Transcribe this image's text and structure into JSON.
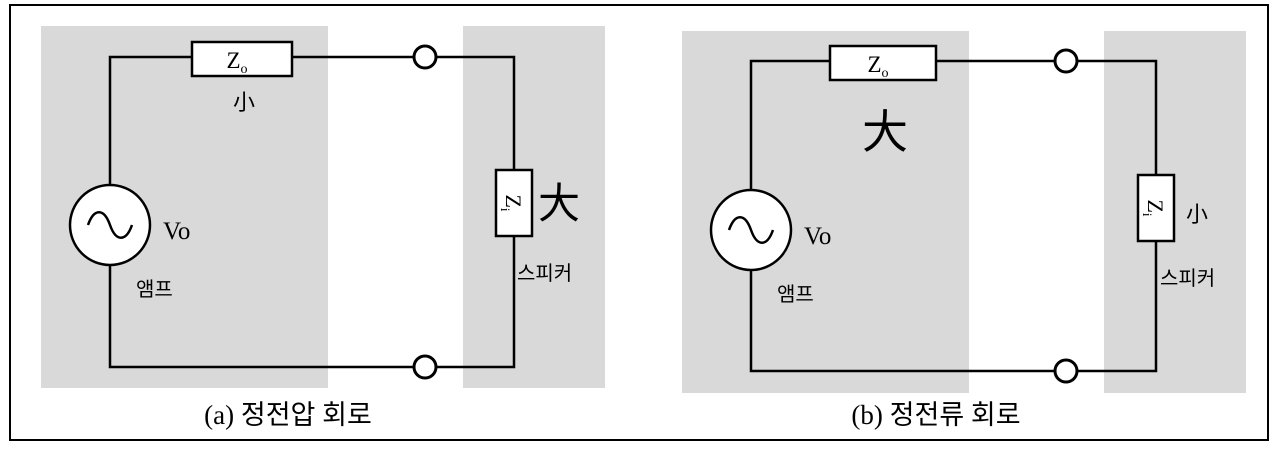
{
  "panels": [
    {
      "caption": "(a) 정전압 회로",
      "output_impedance_label": "Z",
      "output_impedance_sub": "o",
      "output_impedance_size": "小",
      "source_label": "Vo",
      "amp_label": "앰프",
      "input_impedance_label": "Z",
      "input_impedance_sub": "i",
      "input_impedance_size": "大",
      "speaker_label": "스피커"
    },
    {
      "caption": "(b) 정전류 회로",
      "output_impedance_label": "Z",
      "output_impedance_sub": "o",
      "output_impedance_size": "大",
      "source_label": "Vo",
      "amp_label": "앰프",
      "input_impedance_label": "Z",
      "input_impedance_sub": "i",
      "input_impedance_size": "小",
      "speaker_label": "스피커"
    }
  ],
  "colors": {
    "shade": "#d9d9d9",
    "line": "#000000",
    "background": "#ffffff"
  }
}
